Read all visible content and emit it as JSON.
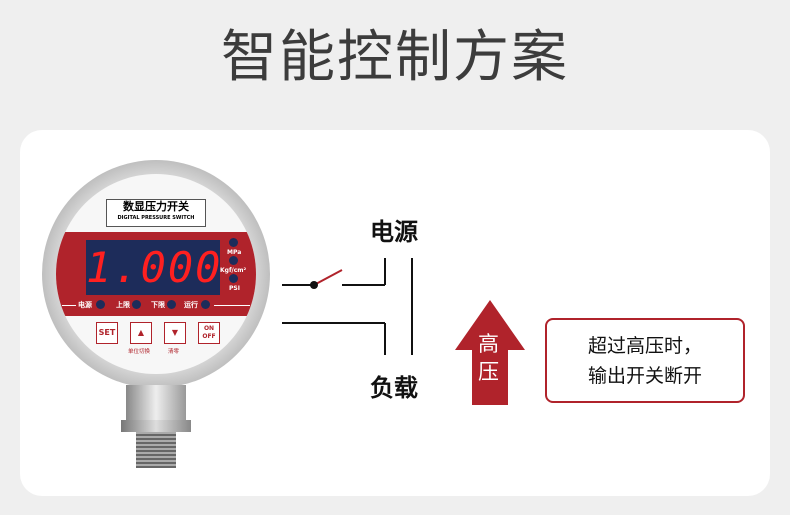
{
  "title": "智能控制方案",
  "gauge": {
    "name_cn": "数显压力开关",
    "name_en": "DIGITAL PRESSURE SWITCH",
    "reading": "1.000",
    "units": [
      "MPa",
      "Kgf/cm²",
      "PSI"
    ],
    "indicators": [
      "电源",
      "上限",
      "下限",
      "运行"
    ],
    "buttons": [
      {
        "label": "SET",
        "caption": ""
      },
      {
        "label": "▲",
        "caption": "单位切换"
      },
      {
        "label": "▼",
        "caption": "清零"
      },
      {
        "label": "ON OFF",
        "caption": ""
      }
    ]
  },
  "wiring": {
    "power": "电源",
    "load": "负载"
  },
  "arrow": {
    "line1": "高",
    "line2": "压"
  },
  "message": {
    "line1": "超过高压时，",
    "line2": "输出开关断开"
  },
  "colors": {
    "accent": "#b0232b"
  }
}
